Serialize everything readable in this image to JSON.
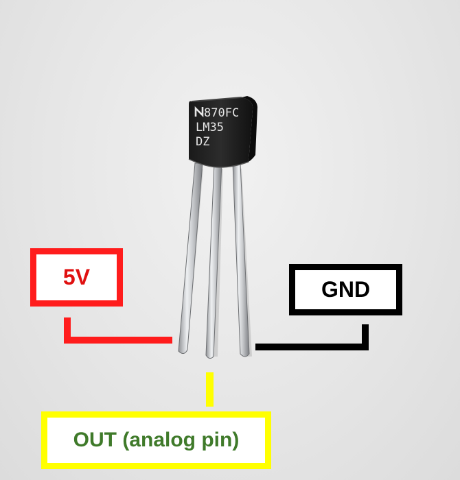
{
  "component": {
    "marking_line1": "870FC",
    "marking_line2": "LM35",
    "marking_line3": "DZ",
    "logo": "national-semiconductor-logo"
  },
  "labels": {
    "vcc": "5V",
    "gnd": "GND",
    "out": "OUT (analog pin)"
  },
  "colors": {
    "vcc": "#ff1c1c",
    "vcc_text": "#e01010",
    "gnd": "#000000",
    "out_border": "#ffff00",
    "out_text": "#3f7a2a",
    "background": "#e8e8e8"
  }
}
